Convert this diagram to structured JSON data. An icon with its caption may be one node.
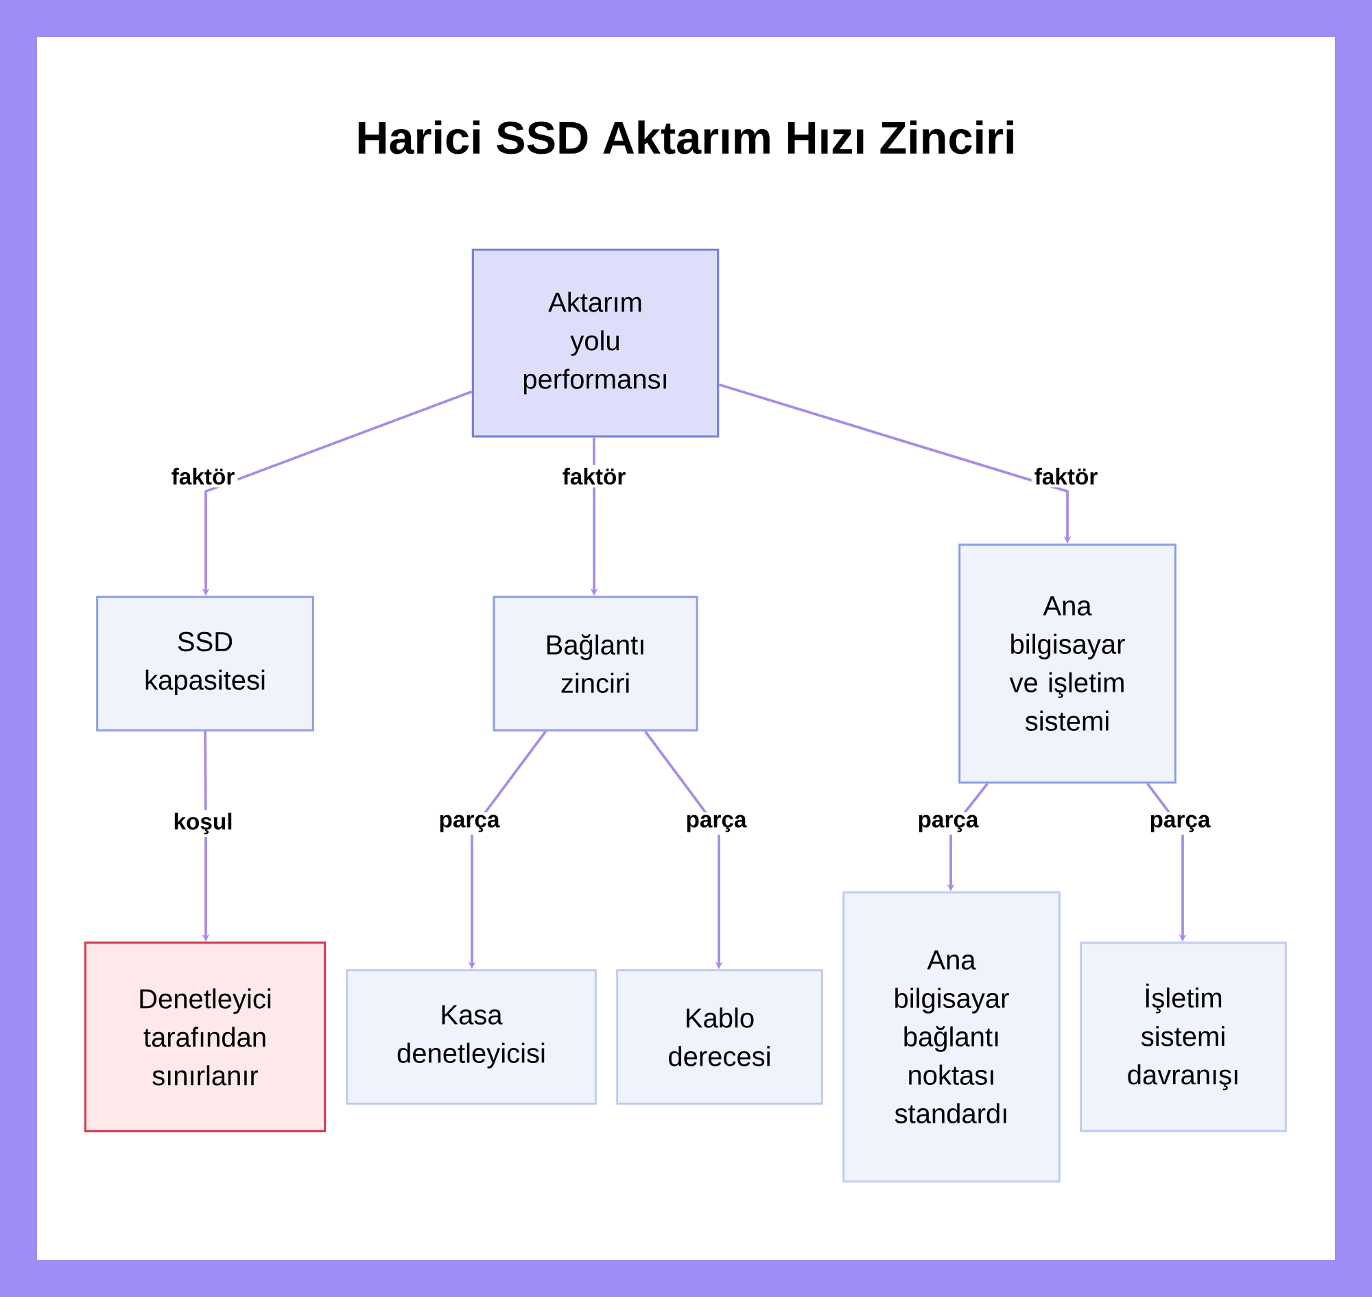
{
  "diagram": {
    "title": "Harici SSD Aktarım Hızı Zinciri",
    "nodes": [
      {
        "text": [
          "Aktarım yolu performansı"
        ]
      },
      {
        "text": [
          "SSD kapasitesi"
        ]
      },
      {
        "text": [
          "Bağlantı zinciri"
        ]
      },
      {
        "text": [
          "Ana bilgisayar ve işletim sistemi"
        ]
      },
      {
        "text": [
          "Denetleyici tarafından sınırlanır"
        ]
      },
      {
        "text": [
          "Kasa denetleyicisi"
        ]
      },
      {
        "text": [
          "Kablo derecesi"
        ]
      },
      {
        "text": [
          "Ana bilgisayar bağlantı noktası standardı"
        ]
      },
      {
        "text": [
          "İşletim sistemi davranışı"
        ]
      }
    ],
    "edges": [
      {
        "from": 0,
        "to": 1,
        "arrow": "to",
        "label": "faktör"
      },
      {
        "from": 0,
        "to": 2,
        "arrow": "to",
        "label": "faktör"
      },
      {
        "from": 0,
        "to": 3,
        "arrow": "to",
        "label": "faktör"
      },
      {
        "from": 1,
        "to": 4,
        "arrow": "to",
        "label": "koşul"
      },
      {
        "from": 2,
        "to": 5,
        "arrow": "to",
        "label": "parça"
      },
      {
        "from": 2,
        "to": 6,
        "arrow": "to",
        "label": "parça"
      },
      {
        "from": 3,
        "to": 7,
        "arrow": "to",
        "label": "parça"
      },
      {
        "from": 3,
        "to": 8,
        "arrow": "to",
        "label": "parça"
      }
    ]
  }
}
